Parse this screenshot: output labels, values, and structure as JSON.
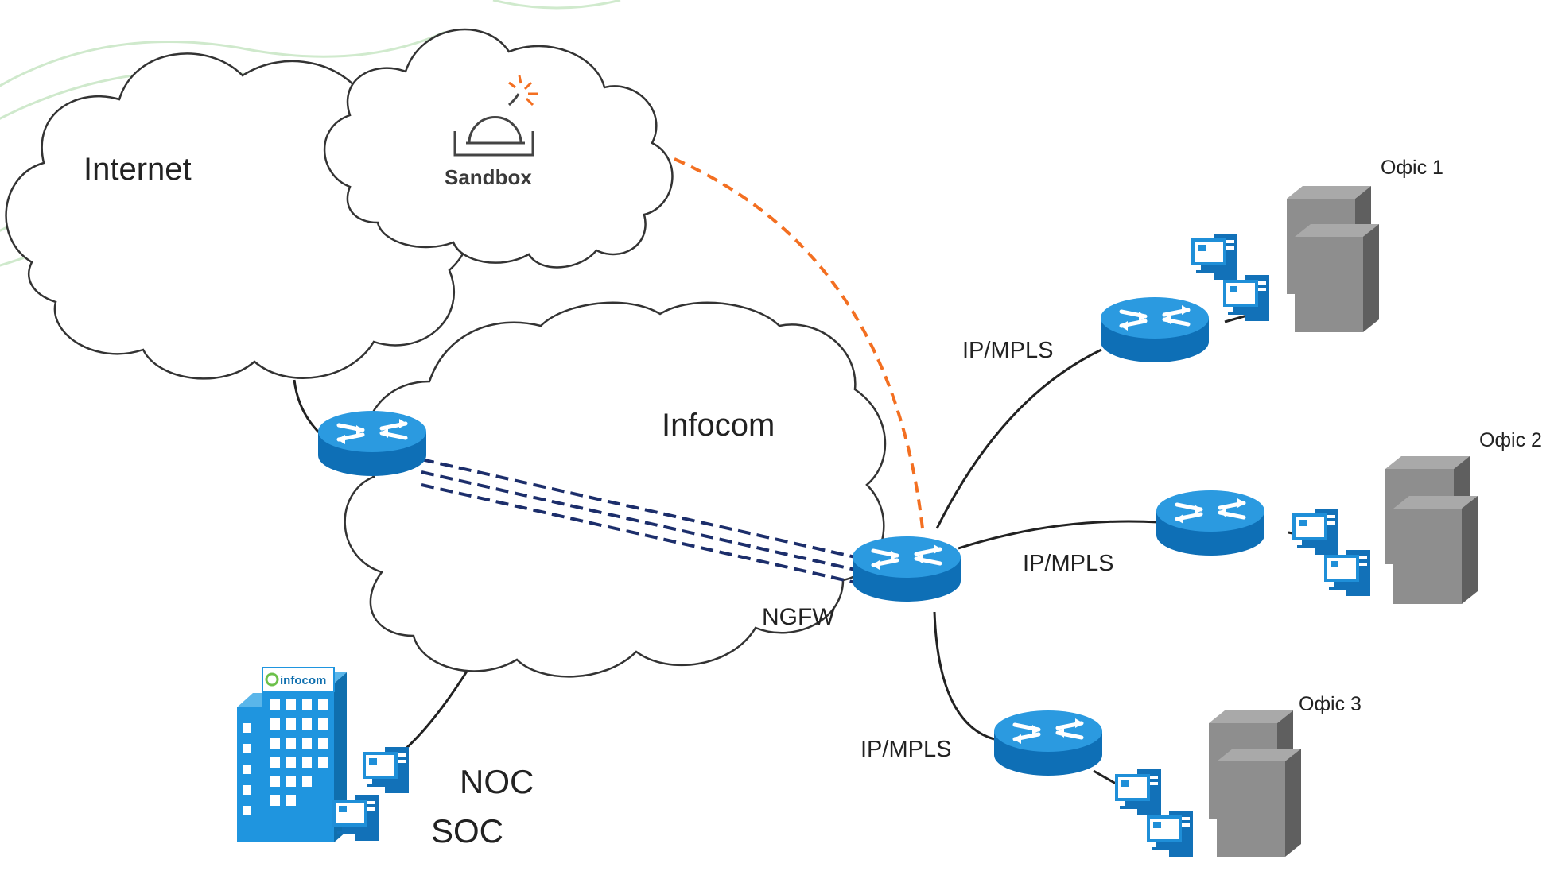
{
  "labels": {
    "internet": "Internet",
    "sandbox": "Sandbox",
    "infocom": "Infocom",
    "ngfw": "NGFW",
    "ipmpls_1": "IP/MPLS",
    "ipmpls_2": "IP/MPLS",
    "ipmpls_3": "IP/MPLS",
    "office_1": "Офіс 1",
    "office_2": "Офіс 2",
    "office_3": "Офіс 3",
    "noc": "NOC",
    "soc": "SOC",
    "hq_logo": "infocom"
  },
  "colors": {
    "router_blue": "#1279c4",
    "router_top": "#2b9ae0",
    "sandbox_link": "#f36f21",
    "tunnel": "#1c2e6b",
    "building_gray": "#8c8c8c",
    "building_blue": "#1f95df",
    "swirl": "#a9d8a4"
  },
  "icons": {
    "router": "router-icon",
    "sandbox": "sandbox-bomb-icon",
    "office": "office-building-icon",
    "workstation": "workstation-icon"
  }
}
